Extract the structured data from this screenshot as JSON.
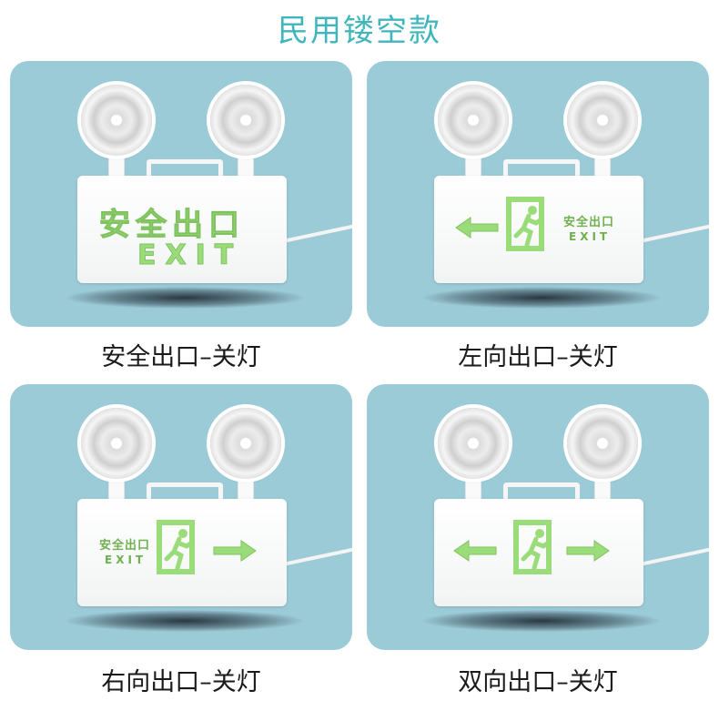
{
  "page": {
    "title": "民用镂空款"
  },
  "products": [
    {
      "caption": "安全出口–关灯",
      "sign_cn": "安全出口",
      "sign_en": "EXIT",
      "arrow": "none"
    },
    {
      "caption": "左向出口–关灯",
      "sign_cn": "安全出口",
      "sign_en": "EXIT",
      "arrow": "left"
    },
    {
      "caption": "右向出口–关灯",
      "sign_cn": "安全出口",
      "sign_en": "EXIT",
      "arrow": "right"
    },
    {
      "caption": "双向出口–关灯",
      "arrow": "both"
    }
  ],
  "colors": {
    "title": "#3fb6bd",
    "card_background": "#9ccbd8",
    "sign_green": "#9bdc7a"
  },
  "icons": [
    "running-man-exit-icon",
    "arrow-left-icon",
    "arrow-right-icon"
  ]
}
